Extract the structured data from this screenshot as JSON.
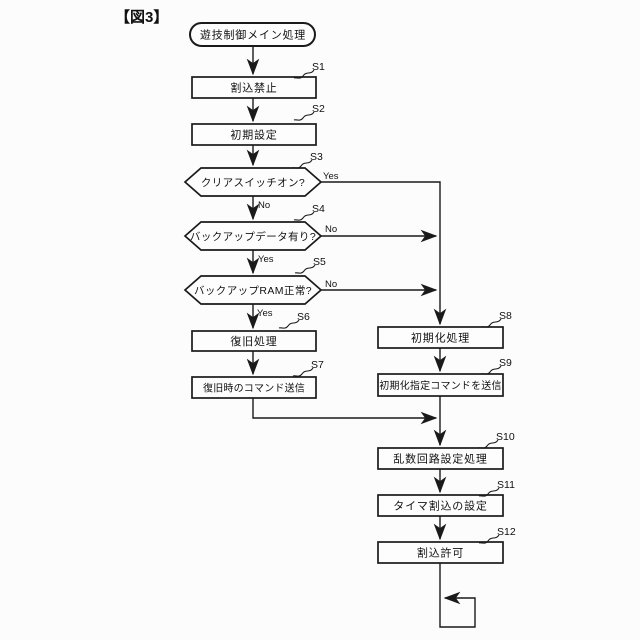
{
  "figure": {
    "title": "【図3】",
    "colors": {
      "line": "#1a1a1a",
      "background": "#fcfcfc",
      "node_fill": "#fdfdfd"
    },
    "flowchart": {
      "start": {
        "label": "遊技制御メイン処理"
      },
      "steps": {
        "s1": {
          "id": "S1",
          "label": "割込禁止",
          "type": "process"
        },
        "s2": {
          "id": "S2",
          "label": "初期設定",
          "type": "process"
        },
        "s3": {
          "id": "S3",
          "label": "クリアスイッチオン?",
          "type": "decision"
        },
        "s4": {
          "id": "S4",
          "label": "バックアップデータ有り?",
          "type": "decision"
        },
        "s5": {
          "id": "S5",
          "label": "バックアップRAM正常?",
          "type": "decision"
        },
        "s6": {
          "id": "S6",
          "label": "復旧処理",
          "type": "process"
        },
        "s7": {
          "id": "S7",
          "label": "復旧時のコマンド送信",
          "type": "process"
        },
        "s8": {
          "id": "S8",
          "label": "初期化処理",
          "type": "process"
        },
        "s9": {
          "id": "S9",
          "label": "初期化指定コマンドを送信",
          "type": "process"
        },
        "s10": {
          "id": "S10",
          "label": "乱数回路設定処理",
          "type": "process"
        },
        "s11": {
          "id": "S11",
          "label": "タイマ割込の設定",
          "type": "process"
        },
        "s12": {
          "id": "S12",
          "label": "割込許可",
          "type": "process"
        }
      },
      "branches": {
        "s3_yes": "Yes",
        "s3_no": "No",
        "s4_no": "No",
        "s4_yes": "Yes",
        "s5_no": "No",
        "s5_yes": "Yes"
      }
    }
  }
}
